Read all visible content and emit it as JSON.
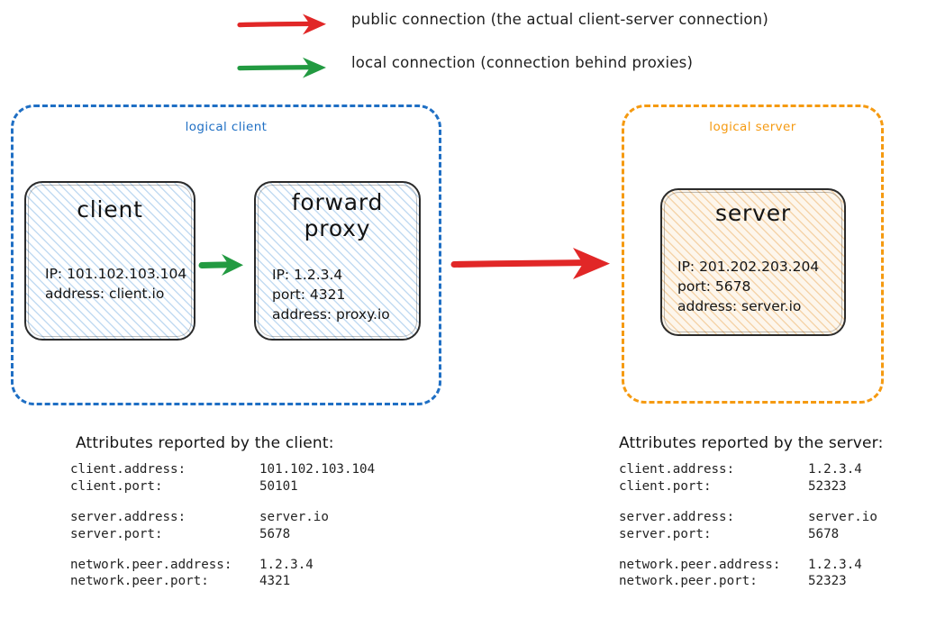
{
  "legend": {
    "items": [
      {
        "icon": "red-arrow-icon",
        "color": "#e12727",
        "label": "public connection (the actual client-server connection)"
      },
      {
        "icon": "green-arrow-icon",
        "color": "#229a41",
        "label": "local connection (connection behind proxies)"
      }
    ]
  },
  "groups": {
    "client": {
      "label": "logical client",
      "color": "#1f6fc4"
    },
    "server": {
      "label": "logical server",
      "color": "#f59a11"
    }
  },
  "nodes": {
    "client": {
      "title": "client",
      "lines": [
        "IP: 101.102.103.104",
        "address: client.io"
      ]
    },
    "proxy": {
      "title": "forward\nproxy",
      "title_line1": "forward",
      "title_line2": "proxy",
      "lines": [
        "IP: 1.2.3.4",
        "port: 4321",
        "address: proxy.io"
      ]
    },
    "server": {
      "title": "server",
      "lines": [
        "IP: 201.202.203.204",
        "port: 5678",
        "address: server.io"
      ]
    }
  },
  "connections": {
    "client_to_proxy": {
      "type": "local",
      "color": "#229a41"
    },
    "proxy_to_server": {
      "type": "public",
      "color": "#e12727"
    }
  },
  "attributes": {
    "client": {
      "heading": "Attributes reported by the client:",
      "rows": [
        {
          "key": "client.address:",
          "value": "101.102.103.104"
        },
        {
          "key": "client.port:",
          "value": "50101"
        },
        {
          "spacer": true
        },
        {
          "key": "server.address:",
          "value": "server.io"
        },
        {
          "key": "server.port:",
          "value": "5678"
        },
        {
          "spacer": true
        },
        {
          "key": "network.peer.address:",
          "value": "1.2.3.4"
        },
        {
          "key": "network.peer.port:",
          "value": "4321"
        }
      ]
    },
    "server": {
      "heading": "Attributes reported by the server:",
      "rows": [
        {
          "key": "client.address:",
          "value": "1.2.3.4"
        },
        {
          "key": "client.port:",
          "value": "52323"
        },
        {
          "spacer": true
        },
        {
          "key": "server.address:",
          "value": "server.io"
        },
        {
          "key": "server.port:",
          "value": "5678"
        },
        {
          "spacer": true
        },
        {
          "key": "network.peer.address:",
          "value": "1.2.3.4"
        },
        {
          "key": "network.peer.port:",
          "value": "52323"
        }
      ]
    }
  }
}
